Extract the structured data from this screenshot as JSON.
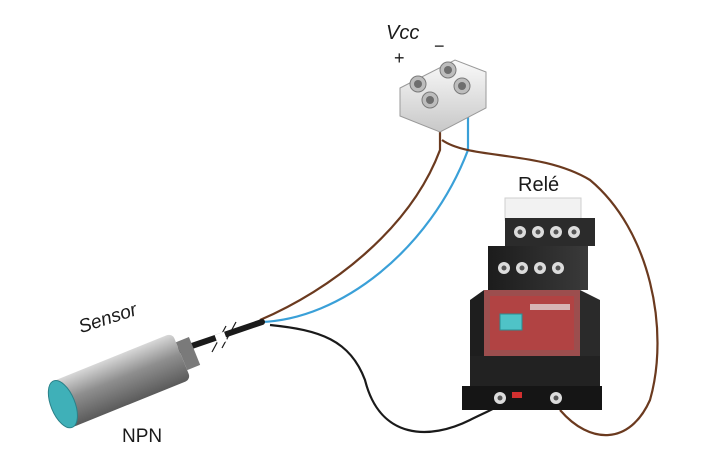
{
  "labels": {
    "vcc": "Vcc",
    "plus": "+",
    "minus": "−",
    "relay": "Relé",
    "sensor": "Sensor",
    "npn": "NPN"
  },
  "colors": {
    "brown_wire": "#6b3a1f",
    "blue_wire": "#3aa0d8",
    "black_wire": "#1a1a1a",
    "sensor_face": "#3fb0b8",
    "sensor_body": "#9a9a9a",
    "terminal_block": "#e8e8e8",
    "relay_base": "#2a2a2a",
    "relay_module": "#c23a3a",
    "relay_button": "#4fc3c7"
  }
}
